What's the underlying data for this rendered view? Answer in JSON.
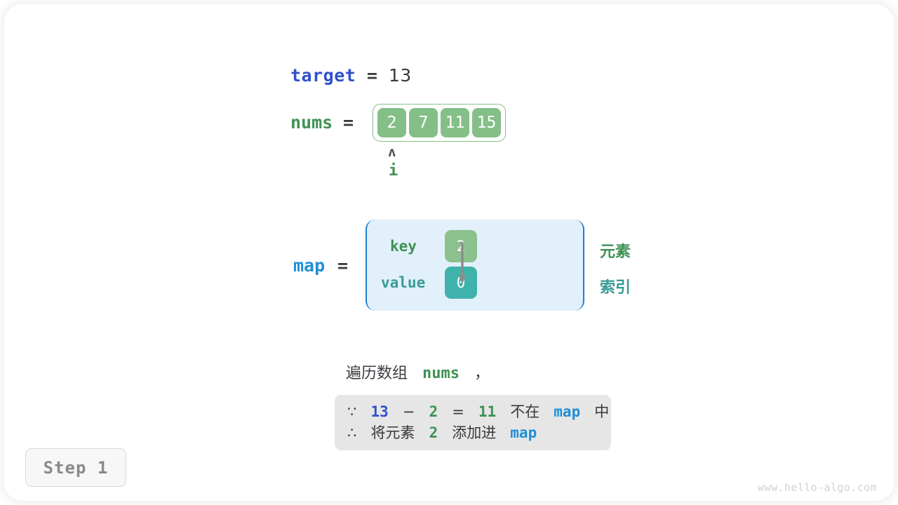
{
  "target": {
    "label": "target",
    "equals": "=",
    "value": "13"
  },
  "nums": {
    "label": "nums",
    "equals": "=",
    "cells": [
      "2",
      "7",
      "11",
      "15"
    ],
    "pointer": {
      "caret": "ʌ",
      "label": "i",
      "index": 0
    }
  },
  "map": {
    "label": "map",
    "equals": "=",
    "key_label": "key",
    "value_label": "value",
    "entries": [
      {
        "key": "2",
        "value": "0"
      }
    ],
    "legend": {
      "element": "元素",
      "index": "索引"
    }
  },
  "caption": {
    "prefix": "遍历数组",
    "keyword": "nums",
    "suffix": "，"
  },
  "note": {
    "line1": {
      "because_symbol": "∵",
      "a": "13",
      "minus": "−",
      "b": "2",
      "equals": "=",
      "result": "11",
      "text_mid": "不在",
      "map_word": "map",
      "text_end": "中"
    },
    "line2": {
      "therefore_symbol": "∴",
      "text_start": "将元素",
      "elem": "2",
      "text_mid": "添加进",
      "map_word": "map"
    }
  },
  "step_badge": "Step 1",
  "watermark": "www.hello-algo.com",
  "colors": {
    "blue": "#2f51c8",
    "light_blue": "#1f8fd6",
    "green": "#3f9154",
    "cell_green": "#84bf87",
    "key_green": "#8cc08c",
    "teal": "#3fb3ab",
    "teal_text": "#389b96",
    "map_fill": "#e2f0fb",
    "map_border": "#1f7fd0",
    "note_fill": "#e6e6e6",
    "badge_text": "#8a8a8a",
    "watermark": "#d2d2d2"
  }
}
